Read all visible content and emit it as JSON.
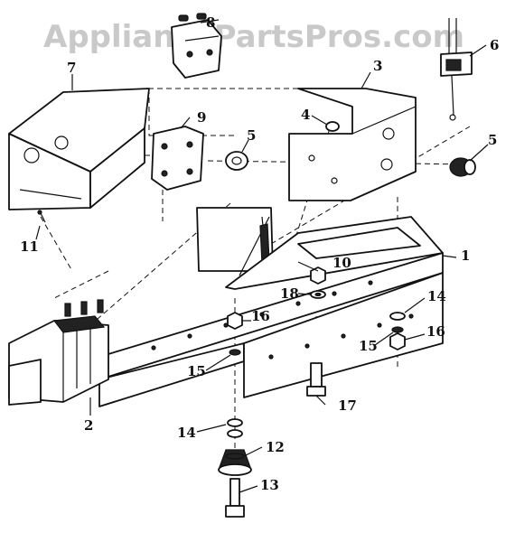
{
  "watermark": "AppliancePartsPros.com",
  "callouts": {
    "c1": "1",
    "c2": "2",
    "c3": "3",
    "c4": "4",
    "c5a": "5",
    "c5b": "5",
    "c6": "6",
    "c7": "7",
    "c8": "8",
    "c9": "9",
    "c10": "10",
    "c11": "11",
    "c12": "12",
    "c13": "13",
    "c14a": "14",
    "c14b": "14",
    "c15a": "15",
    "c15b": "15",
    "c16a": "16",
    "c16b": "16",
    "c17": "17",
    "c18": "18"
  }
}
